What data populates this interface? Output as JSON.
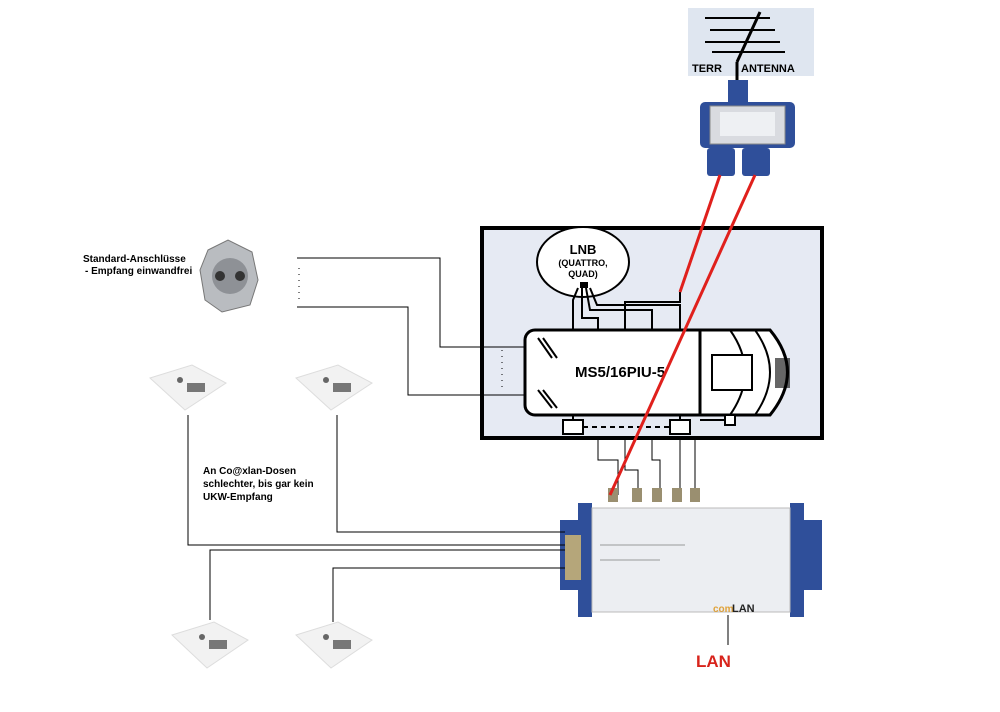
{
  "antenna": {
    "label": "TERR ANTENNA",
    "label_left": "TERR",
    "label_right": "ANTENNA"
  },
  "lnb": {
    "line1": "LNB",
    "line2": "(QUATTRO,",
    "line3": "QUAD)"
  },
  "multiswitch": {
    "model": "MS5/16PIU-5"
  },
  "comlan_device": {
    "brand_prefix": "com",
    "brand_suffix": "LAN"
  },
  "labels": {
    "standard_line1": "Standard-Anschlüsse",
    "standard_line2": "- Empfang einwandfrei",
    "coaxlan_line1": "An Co@xlan-Dosen",
    "coaxlan_line2": "schlechter, bis gar kein",
    "coaxlan_line3": "UKW-Empfang",
    "lan": "LAN"
  },
  "colors": {
    "red_cable": "#e0201c",
    "device_blue": "#2f4f9a",
    "panel_bg": "#e6eaf3",
    "lan_text": "#d8241c"
  }
}
